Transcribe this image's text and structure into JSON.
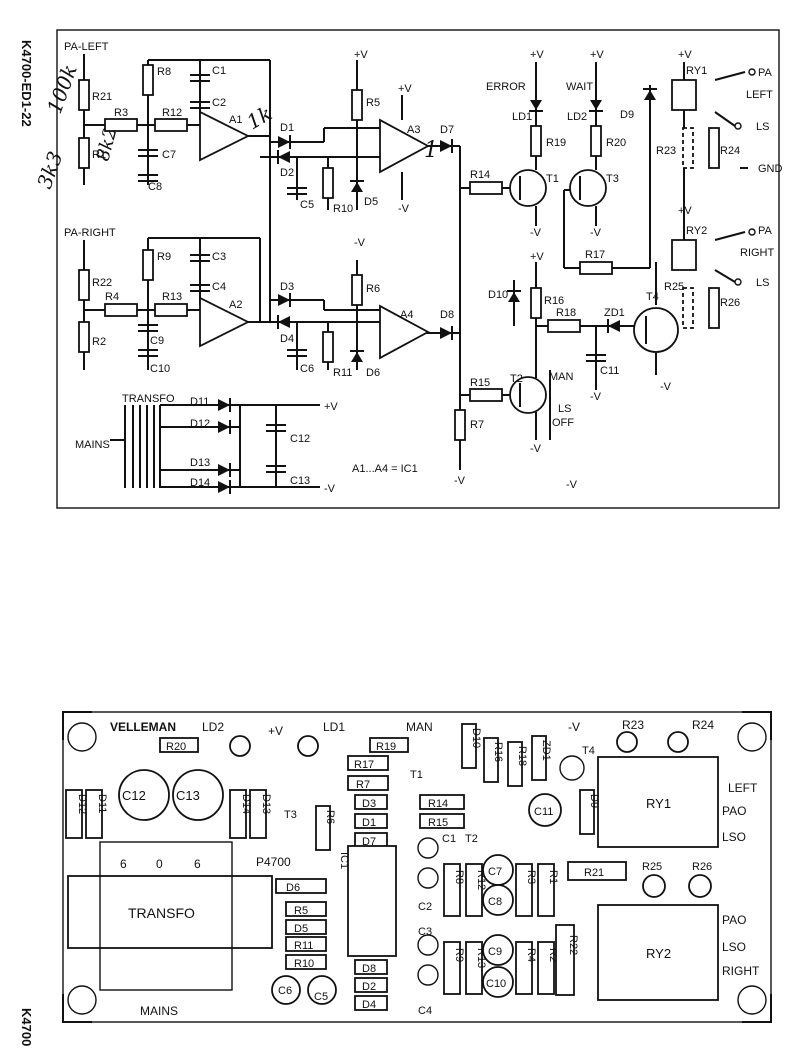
{
  "schematic": {
    "doc_id": "K4700-ED1-22",
    "inputs": {
      "left": "PA-LEFT",
      "right": "PA-RIGHT"
    },
    "supply": {
      "pos": "+V",
      "neg": "-V"
    },
    "ic_note": "A1...A4 = IC1",
    "handwritten": [
      "100k",
      "3k3",
      "8k2",
      "1k",
      "1"
    ],
    "labels": {
      "error": "ERROR",
      "wait": "WAIT",
      "transfo": "TRANSFO",
      "mains": "MAINS",
      "man": "MAN",
      "ls": "LS",
      "off": "OFF",
      "pa": "PA",
      "left": "LEFT",
      "right": "RIGHT",
      "gnd": "GND"
    },
    "resistors": [
      "R1",
      "R2",
      "R3",
      "R4",
      "R5",
      "R6",
      "R7",
      "R8",
      "R9",
      "R10",
      "R11",
      "R12",
      "R13",
      "R14",
      "R15",
      "R16",
      "R17",
      "R18",
      "R19",
      "R20",
      "R21",
      "R22",
      "R23",
      "R24",
      "R25",
      "R26"
    ],
    "capacitors": [
      "C1",
      "C2",
      "C3",
      "C4",
      "C5",
      "C6",
      "C7",
      "C8",
      "C9",
      "C10",
      "C11",
      "C12",
      "C13"
    ],
    "diodes": [
      "D1",
      "D2",
      "D3",
      "D4",
      "D5",
      "D6",
      "D7",
      "D8",
      "D9",
      "D10",
      "D11",
      "D12",
      "D13",
      "D14",
      "ZD1"
    ],
    "leds": [
      "LD1",
      "LD2"
    ],
    "opamps": [
      "A1",
      "A2",
      "A3",
      "A4"
    ],
    "transistors": [
      "T1",
      "T2",
      "T3",
      "T4"
    ],
    "relays": [
      "RY1",
      "RY2"
    ]
  },
  "pcb": {
    "brand": "VELLEMAN",
    "board_id": "P4700",
    "doc_id": "K4700",
    "transfo": "TRANSFO",
    "tap_labels": [
      "6",
      "0",
      "6"
    ],
    "mains": "MAINS",
    "supply": "+V",
    "neg": "-V",
    "man": "MAN",
    "ic": "IC1",
    "left": "LEFT",
    "right": "RIGHT",
    "pao": "PAO",
    "lso": "LSO",
    "parts": [
      "R20",
      "LD2",
      "LD1",
      "R19",
      "D10",
      "R16",
      "R18",
      "ZD1",
      "T4",
      "R23",
      "R24",
      "R17",
      "R7",
      "T1",
      "D3",
      "R14",
      "D1",
      "R15",
      "D7",
      "C1",
      "T2",
      "C11",
      "D9",
      "RY1",
      "C12",
      "C13",
      "D12",
      "D11",
      "D14",
      "D13",
      "T3",
      "R6",
      "D6",
      "R5",
      "D5",
      "R11",
      "R10",
      "C6",
      "C5",
      "D8",
      "D2",
      "D4",
      "R8",
      "R12",
      "C7",
      "R3",
      "R1",
      "C8",
      "C2",
      "R21",
      "R25",
      "R26",
      "C3",
      "R9",
      "R13",
      "C9",
      "R4",
      "R2",
      "R22",
      "C10",
      "C4",
      "RY2"
    ]
  }
}
